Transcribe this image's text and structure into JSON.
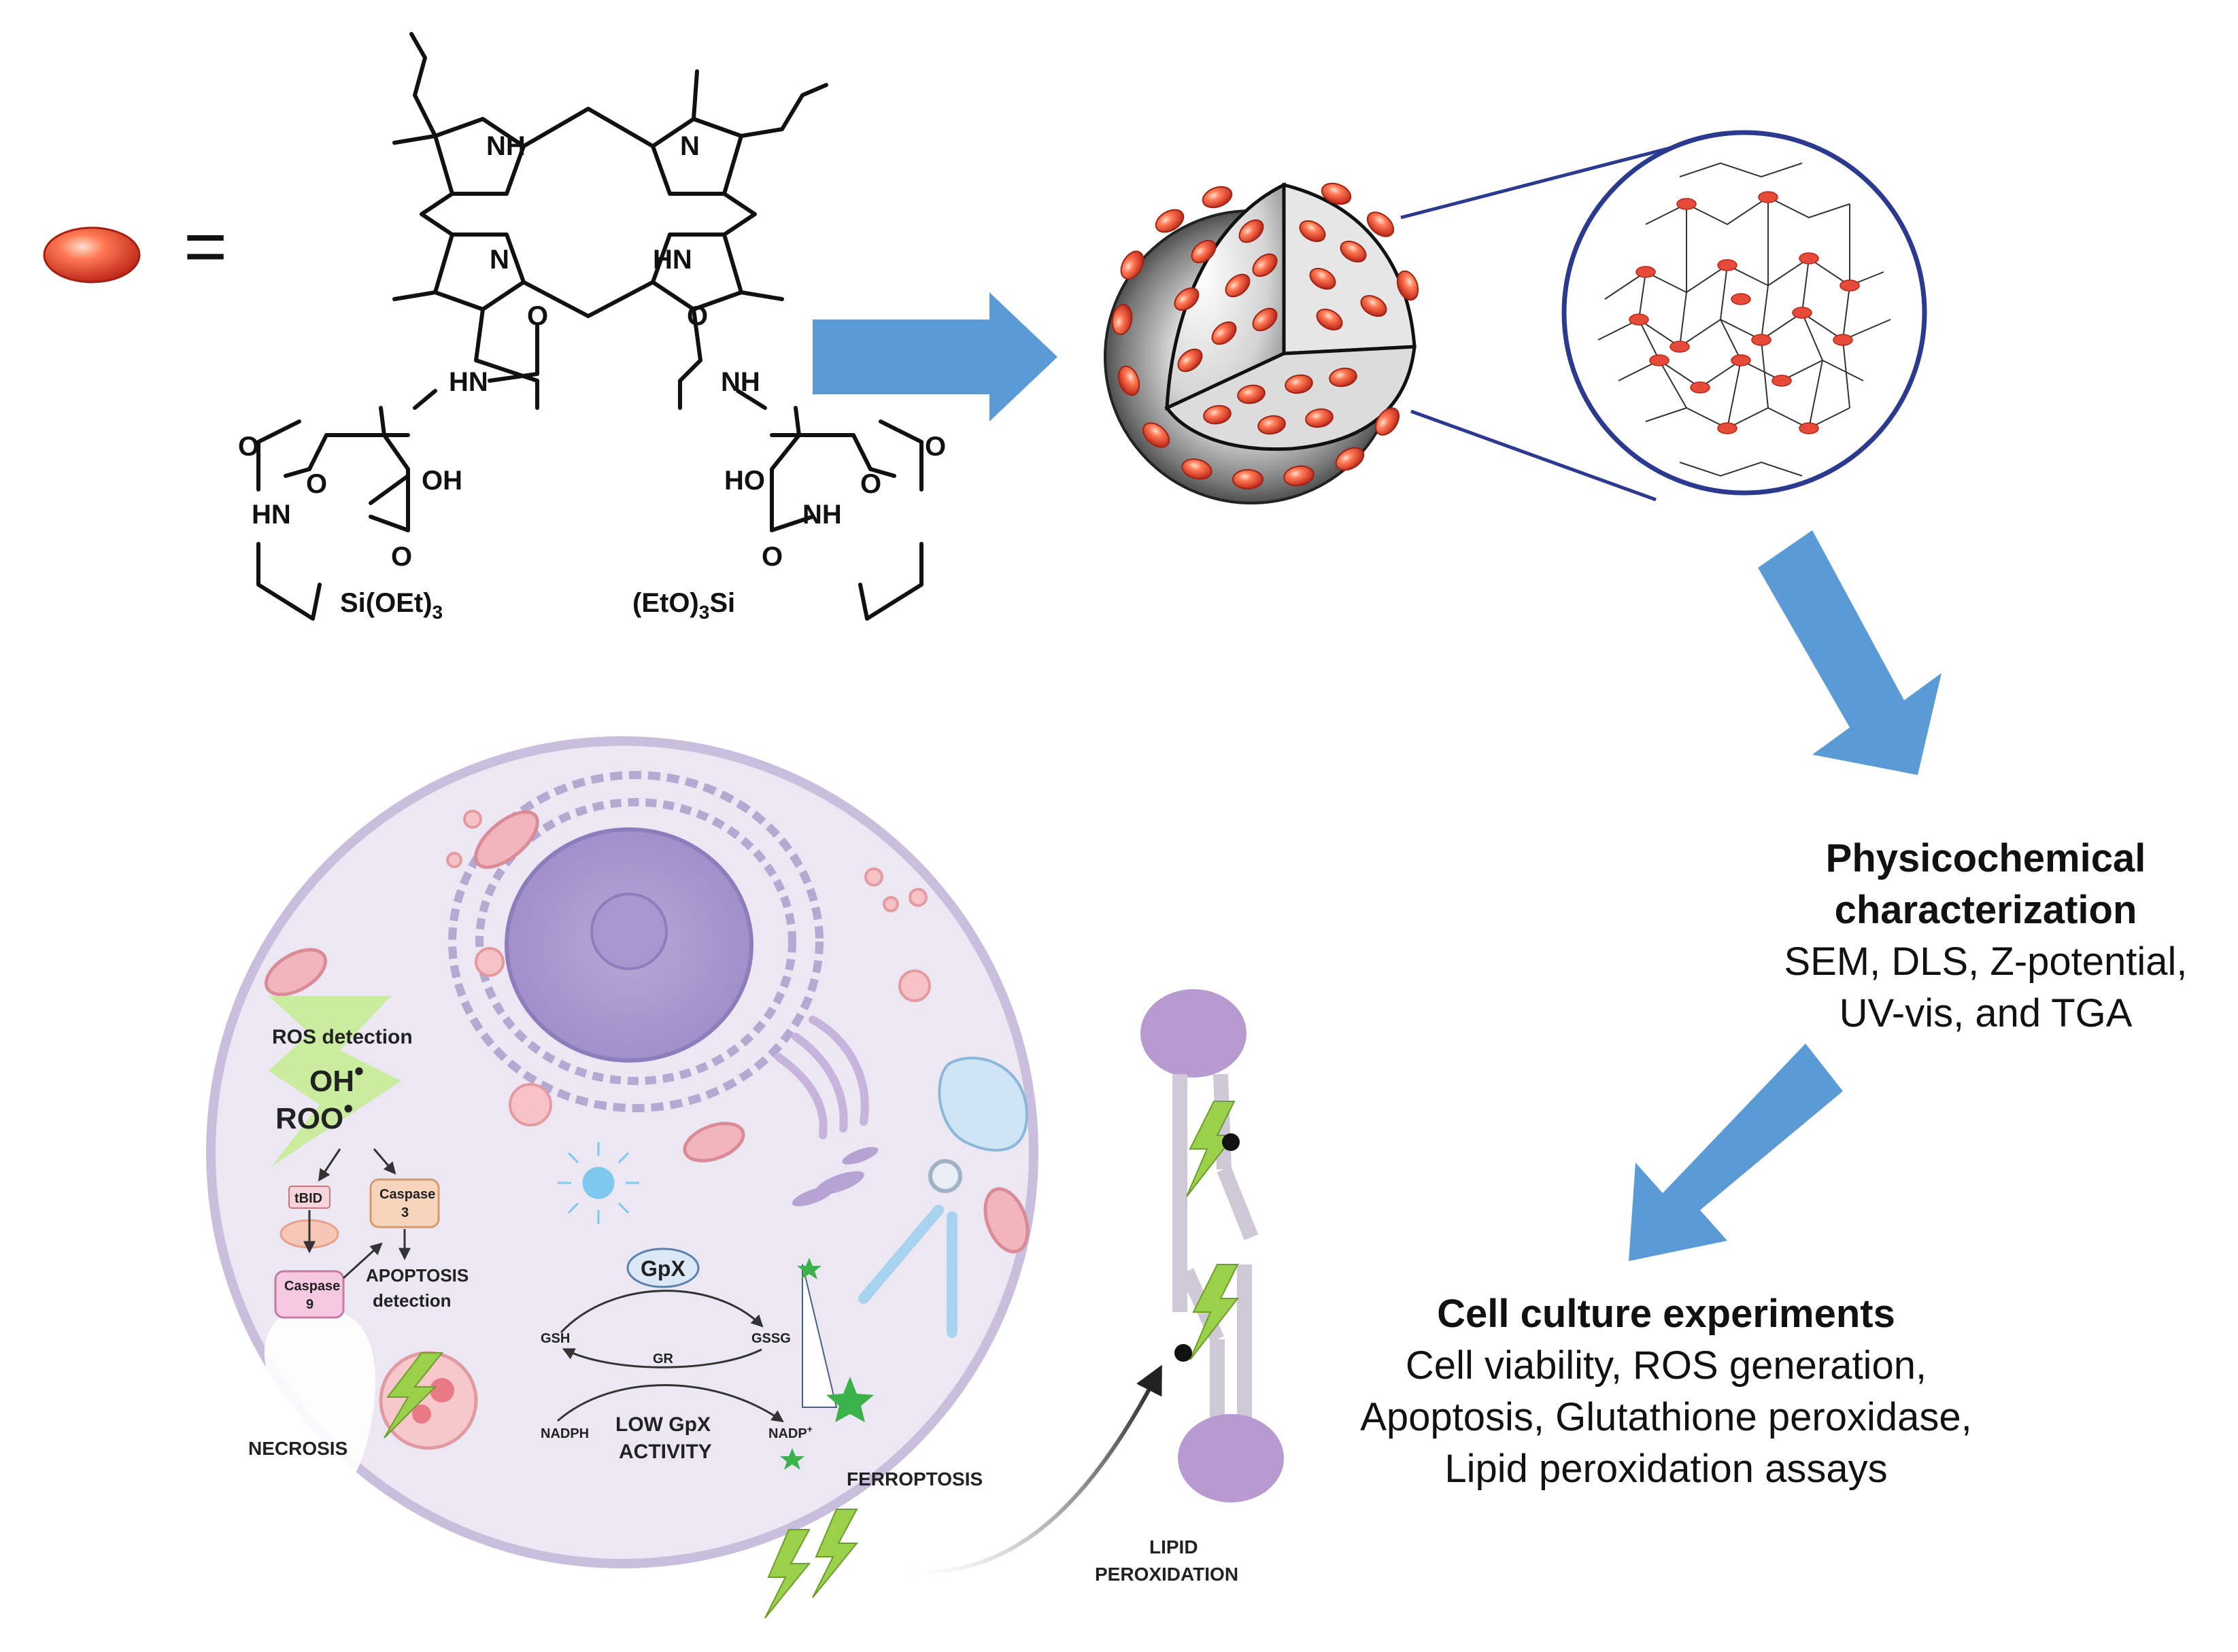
{
  "legend": {
    "symbol_icon": "red-ellipse-icon",
    "equals": "="
  },
  "molecule": {
    "pyrrole_nh_top": "NH",
    "pyrrole_n_top": "N",
    "pyrrole_n_bottom": "N",
    "pyrrole_hn_bottom": "HN",
    "left_amide_hn": "HN",
    "right_amide_nh": "NH",
    "left_acid_oh": "OH",
    "right_acid_ho": "HO",
    "o_label": "O",
    "left_carbamate_hn": "HN",
    "right_carbamate_nh": "NH",
    "left_silane": "Si(OEt)",
    "right_silane_pre": "(EtO)",
    "right_silane_post": "Si",
    "subscript": "3"
  },
  "steps": {
    "physico": {
      "title_line1": "Physicochemical",
      "title_line2": "characterization",
      "body_line1": "SEM, DLS, Z-potential,",
      "body_line2": "UV-vis, and TGA"
    },
    "culture": {
      "title": "Cell culture experiments",
      "line1": "Cell viability, ROS generation,",
      "line2": "Apoptosis, Glutathione peroxidase,",
      "line3": "Lipid peroxidation assays"
    }
  },
  "cell": {
    "ros_detection": "ROS detection",
    "oh": "OH",
    "roo": "ROO",
    "radical": "•",
    "tbid": "tBID",
    "caspase": "Caspase",
    "caspase3_num": "3",
    "caspase9_num": "9",
    "apoptosis_line1": "APOPTOSIS",
    "apoptosis_line2": "detection",
    "necrosis": "NECROSIS",
    "gpx": "GpX",
    "gsh": "GSH",
    "gssg": "GSSG",
    "gr": "GR",
    "nadph": "NADPH",
    "nadp": "NADP",
    "nadp_sup": "+",
    "low_gpx_line1": "LOW  GpX",
    "low_gpx_line2": "ACTIVITY",
    "ferroptosis": "FERROPTOSIS"
  },
  "lipid": {
    "line1": "LIPID",
    "line2": "PEROXIDATION"
  },
  "colors": {
    "arrow_blue": "#5b9bd5",
    "nano_red": "#e8492e",
    "cell_fill": "#ece8f3",
    "cell_stroke": "#c9bfdd",
    "organelle_purple": "#9d8ec2",
    "lipid_purple": "#b79bd0",
    "lightning_green": "#9bd04a",
    "zoom_navy": "#2b3a8f"
  }
}
